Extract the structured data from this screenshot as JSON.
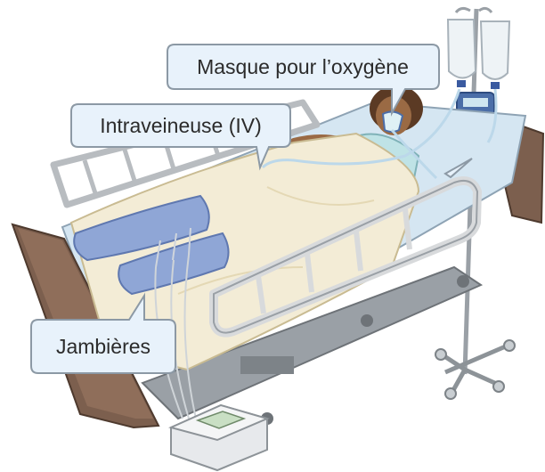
{
  "callouts": {
    "oxygen_mask": "Masque pour l’oxygène",
    "iv": "Intraveineuse (IV)",
    "leg_sleeves": "Jambières"
  },
  "colors": {
    "callout_fill": "#e8f2fb",
    "callout_stroke": "#8c99a5",
    "sheet": "#f3ecd6",
    "sleeves": "#8fa6d6",
    "frame": "#8a7060",
    "rail": "#d8dadc",
    "skin": "#9a6a44",
    "gown": "#bfe3e6",
    "iv_bag": "#eef3f6",
    "pump": "#4b6ea8"
  }
}
